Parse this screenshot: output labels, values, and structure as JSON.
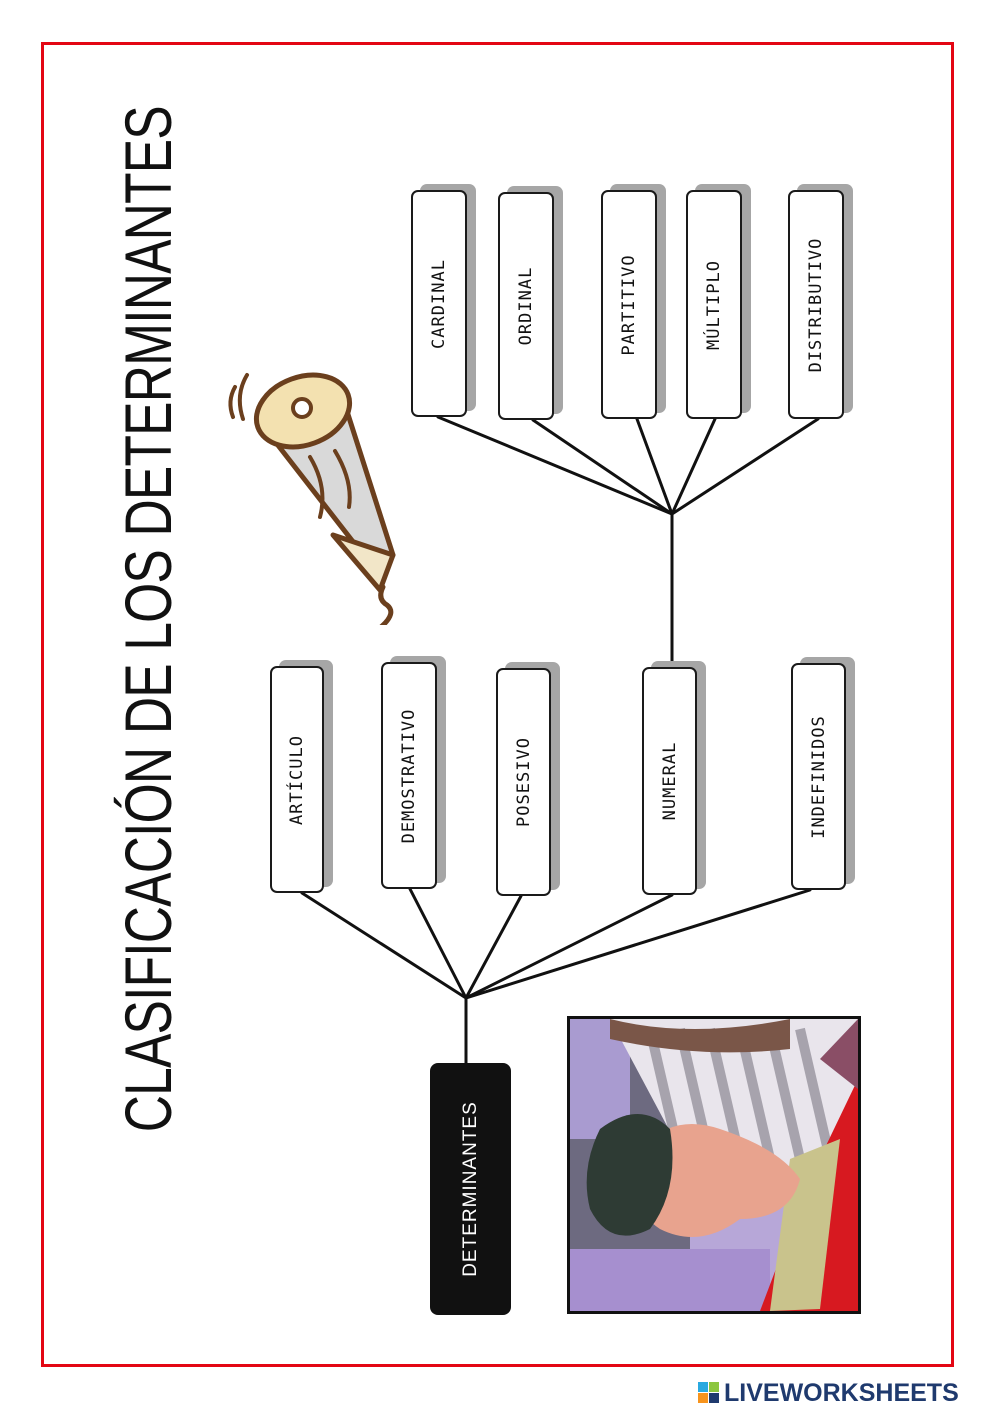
{
  "title": "CLASIFICACIÓN DE LOS DETERMINANTES",
  "root": {
    "label": "DETERMINANTES"
  },
  "categories": [
    {
      "label": "ARTÍCULO"
    },
    {
      "label": "DEMOSTRATIVO"
    },
    {
      "label": "POSESIVO"
    },
    {
      "label": "NUMERAL"
    },
    {
      "label": "INDEFINIDOS"
    }
  ],
  "numeral_subtypes": [
    {
      "label": "CARDINAL"
    },
    {
      "label": "ORDINAL"
    },
    {
      "label": "PARTITIVO"
    },
    {
      "label": "MÚLTIPLO"
    },
    {
      "label": "DISTRIBUTIVO"
    }
  ],
  "colors": {
    "frame": "#e30613",
    "root_fill": "#111111",
    "shadow": "#a6a6a6",
    "logo_text": "#1f3a6e"
  },
  "icons": {
    "pencil": "pencil-icon",
    "illustration": "writing-hand-illustration",
    "logo": "liveworksheets-logo"
  },
  "watermark": {
    "text": "LIVEWORKSHEETS"
  }
}
